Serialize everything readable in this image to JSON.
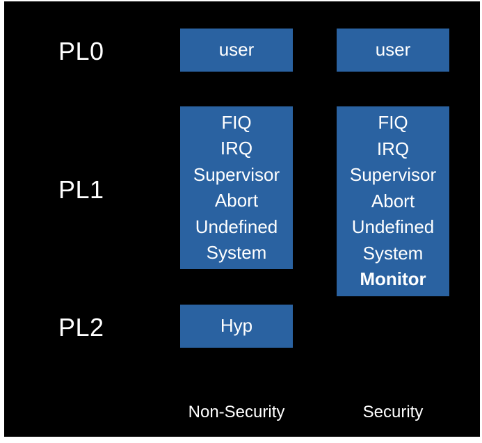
{
  "colors": {
    "background": "#000000",
    "box_fill": "#2a62a1",
    "text": "#ffffff"
  },
  "levels": {
    "pl0": "PL0",
    "pl1": "PL1",
    "pl2": "PL2"
  },
  "non_security": {
    "label": "Non-Security",
    "pl0_modes": [
      "user"
    ],
    "pl1_modes": [
      "FIQ",
      "IRQ",
      "Supervisor",
      "Abort",
      "Undefined",
      "System"
    ],
    "pl2_modes": [
      "Hyp"
    ]
  },
  "security": {
    "label": "Security",
    "pl0_modes": [
      "user"
    ],
    "pl1_modes": [
      "FIQ",
      "IRQ",
      "Supervisor",
      "Abort",
      "Undefined",
      "System",
      "Monitor"
    ]
  }
}
